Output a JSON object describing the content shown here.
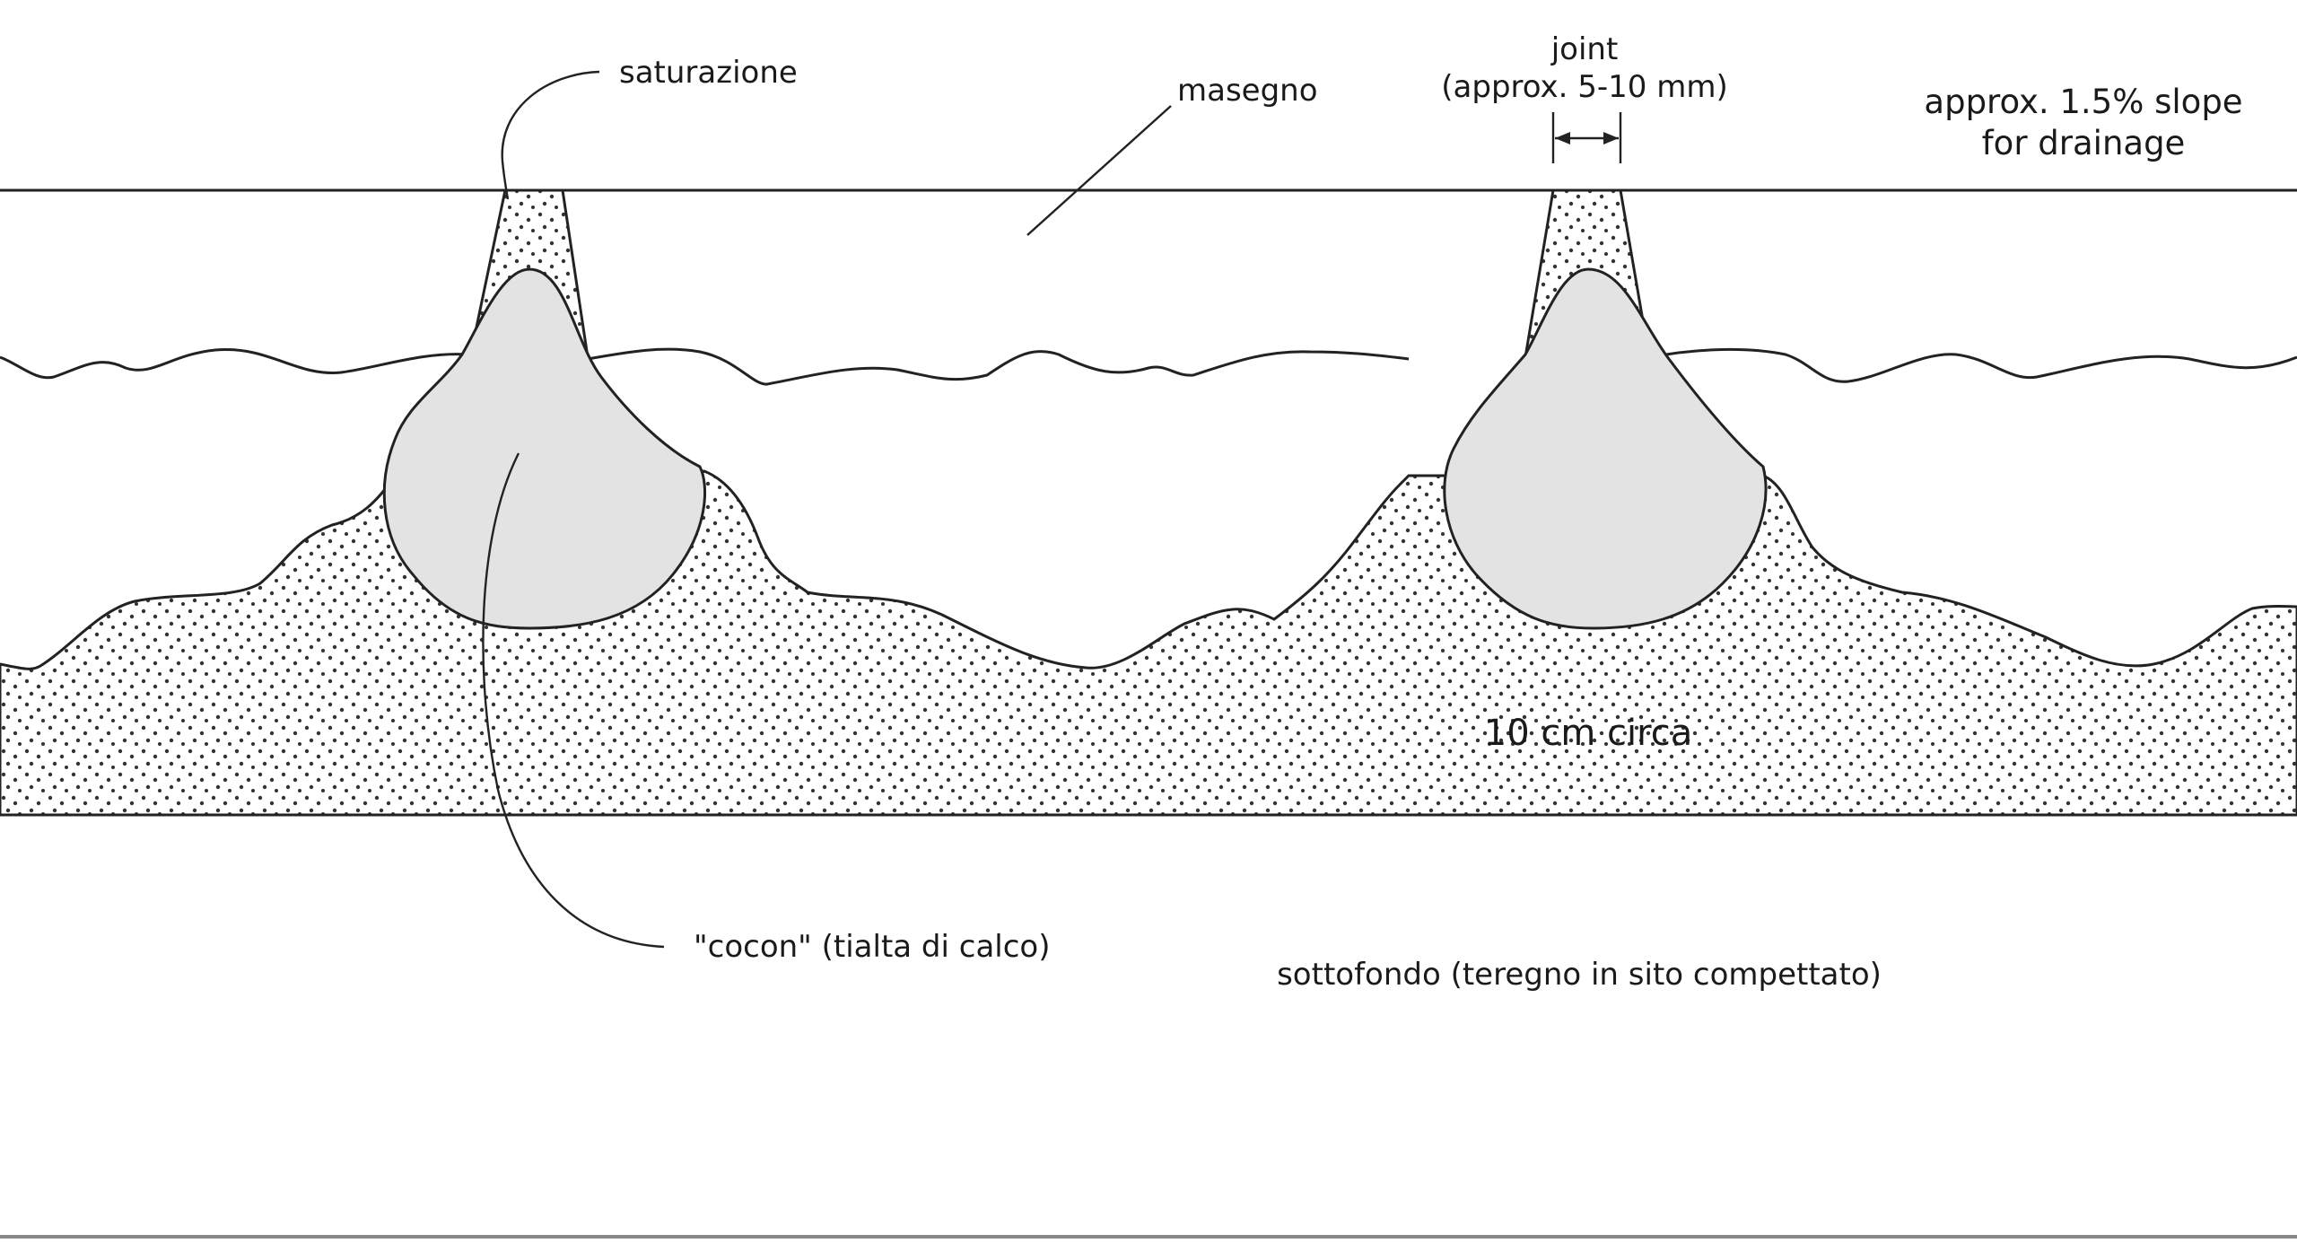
{
  "labels": {
    "saturation": "saturazione",
    "stone": "masegno",
    "joint_title": "joint",
    "joint_width": "(approx. 5-10 mm)",
    "slope_line1": "approx. 1.5% slope",
    "slope_line2": "for drainage",
    "layer_thickness": "10 cm circa",
    "cocoon": "\"cocon\" (tialta di calco)",
    "subgrade": "sottofondo (teregno in sito compettato)"
  },
  "colors": {
    "line": "#222222",
    "cocoon_fill": "#e3e3e3",
    "dots": "#333333",
    "background": "#ffffff"
  }
}
